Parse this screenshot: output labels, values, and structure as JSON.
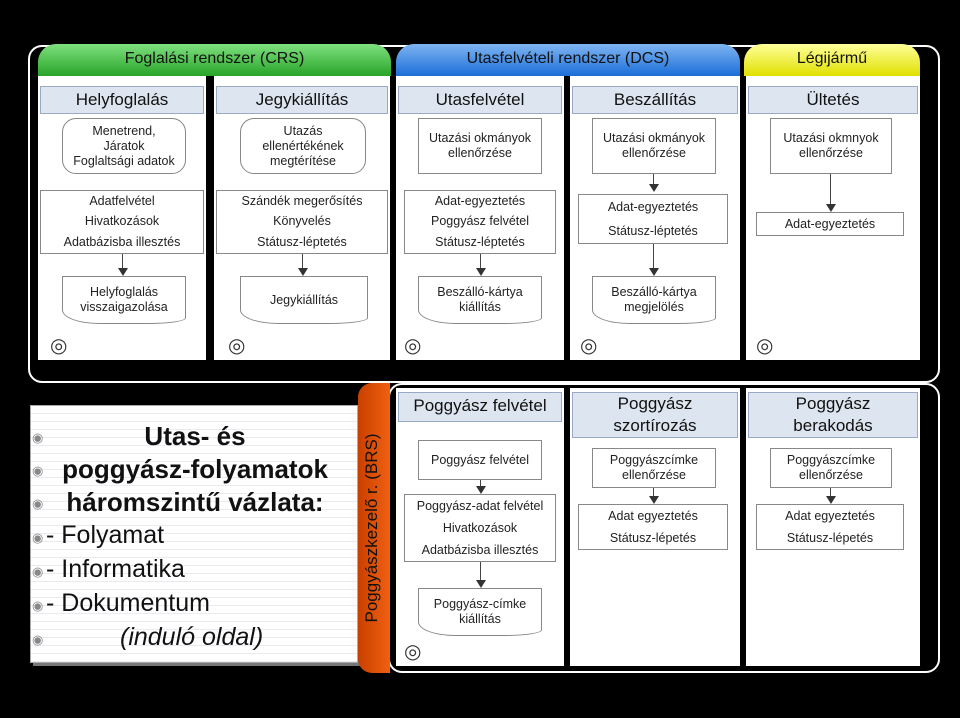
{
  "headers": {
    "crs": "Foglalási rendszer (CRS)",
    "dcs": "Utasfelvételi rendszer (DCS)",
    "aircraft": "Légijármű"
  },
  "stages": [
    "Helyfoglalás",
    "Jegykiállítás",
    "Utasfelvétel",
    "Beszállítás",
    "Ültetés"
  ],
  "row1": [
    [
      "Menetrend,",
      "Járatok",
      "Foglaltsági adatok"
    ],
    [
      "Utazás",
      "ellenértékének",
      "megtérítése"
    ],
    [
      "Utazási okmányok",
      "ellenőrzése"
    ],
    [
      "Utazási okmányok",
      "ellenőrzése"
    ],
    [
      "Utazási okmnyok",
      "ellenőrzése"
    ]
  ],
  "row2": [
    [
      "Adatfelvétel",
      "Hivatkozások",
      "Adatbázisba illesztés"
    ],
    [
      "Szándék megerősítés",
      "Könyvelés",
      "Státusz-léptetés"
    ],
    [
      "Adat-egyeztetés",
      "Poggyász felvétel",
      "Státusz-léptetés"
    ],
    [
      "Adat-egyeztetés",
      "Státusz-léptetés"
    ],
    [
      "Adat-egyeztetés"
    ]
  ],
  "row3": [
    [
      "Helyfoglalás",
      "visszaigazolása"
    ],
    [
      "Jegykiállítás"
    ],
    [
      "Beszálló-kártya",
      "kiállítás"
    ],
    [
      "Beszálló-kártya",
      "megjelölés"
    ]
  ],
  "notes": {
    "title1": "Utas- és",
    "title2": "poggyász-folyamatok",
    "title3": "háromszintű vázlata:",
    "item1": "- Folyamat",
    "item2": "- Informatika",
    "item3": "- Dokumentum",
    "sub": "(induló oldal)"
  },
  "brs_label": "Poggyászkezelő r. (BRS)",
  "bag_stages": [
    [
      "Poggyász felvétel"
    ],
    [
      "Poggyász",
      "szortírozás"
    ],
    [
      "Poggyász",
      "berakodás"
    ]
  ],
  "bag_r1": [
    [
      "Poggyász felvétel"
    ],
    [
      "Poggyászcímke",
      "ellenőrzése"
    ],
    [
      "Poggyászcímke",
      "ellenőrzése"
    ]
  ],
  "bag_r2": [
    [
      "Poggyász-adat felvétel",
      "Hivatkozások",
      "Adatbázisba illesztés"
    ],
    [
      "Adat egyeztetés",
      "Státusz-lépetés"
    ],
    [
      "Adat egyeztetés",
      "Státusz-lépetés"
    ]
  ],
  "bag_r3": [
    "Poggyász-címke",
    "kiállítás"
  ],
  "icons": {
    "doc": "disk-document-icon",
    "bullet": "bullet-icon"
  },
  "colors": {
    "crs": "#3cb043",
    "dcs": "#1a6ed8",
    "aircraft": "#e8e800"
  }
}
